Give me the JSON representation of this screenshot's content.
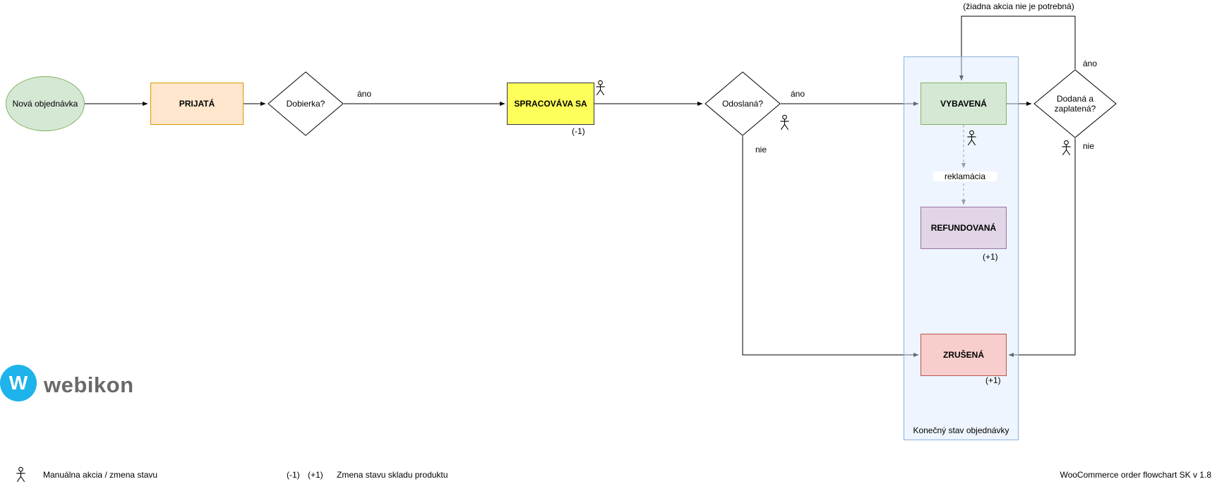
{
  "nodes": {
    "start": {
      "label": "Nová objednávka",
      "fill": "#d5e8d4",
      "border": "#82b366"
    },
    "prijata": {
      "label": "PRIJATÁ",
      "fill": "#ffe6cc",
      "border": "#d79b00"
    },
    "dobierka": {
      "label": "Dobierka?",
      "fill": "#ffffff",
      "border": "#000000"
    },
    "spracovava": {
      "label": "SPRACOVÁVA SA",
      "stock_change": "(-1)",
      "fill": "#feff5a",
      "border": "#36393d"
    },
    "odoslana": {
      "label": "Odoslaná?",
      "fill": "#ffffff",
      "border": "#000000"
    },
    "vybavena": {
      "label": "VYBAVENÁ",
      "fill": "#d5e8d4",
      "border": "#82b366"
    },
    "refundovana": {
      "label": "REFUNDOVANÁ",
      "stock_change": "(+1)",
      "fill": "#e1d5e7",
      "border": "#9673a6"
    },
    "zrusena": {
      "label": "ZRUŠENÁ",
      "stock_change": "(+1)",
      "fill": "#f8cecc",
      "border": "#b85450"
    },
    "dodana": {
      "label": "Dodaná a zaplatená?",
      "fill": "#ffffff",
      "border": "#000000"
    }
  },
  "container": {
    "label": "Konečný stav objednávky",
    "fill": "#dae8fc",
    "border": "#6c8ebf"
  },
  "edge_labels": {
    "dobierka_ano": "áno",
    "odoslana_ano": "áno",
    "odoslana_nie": "nie",
    "dodana_ano": "áno",
    "dodana_nie": "nie",
    "reklamacia": "reklamácia",
    "no_action_needed": "(žiadna akcia nie je potrebná)"
  },
  "legend": {
    "manual_action": "Manuálna akcia / zmena stavu",
    "minus_one": "(-1)",
    "plus_one": "(+1)",
    "stock_change": "Zmena stavu skladu produktu",
    "version": "WooCommerce order flowchart SK v 1.8"
  },
  "logo": {
    "brand": "webikon",
    "monogram": "W",
    "color": "#1eb3ea",
    "text_color": "#696969"
  }
}
